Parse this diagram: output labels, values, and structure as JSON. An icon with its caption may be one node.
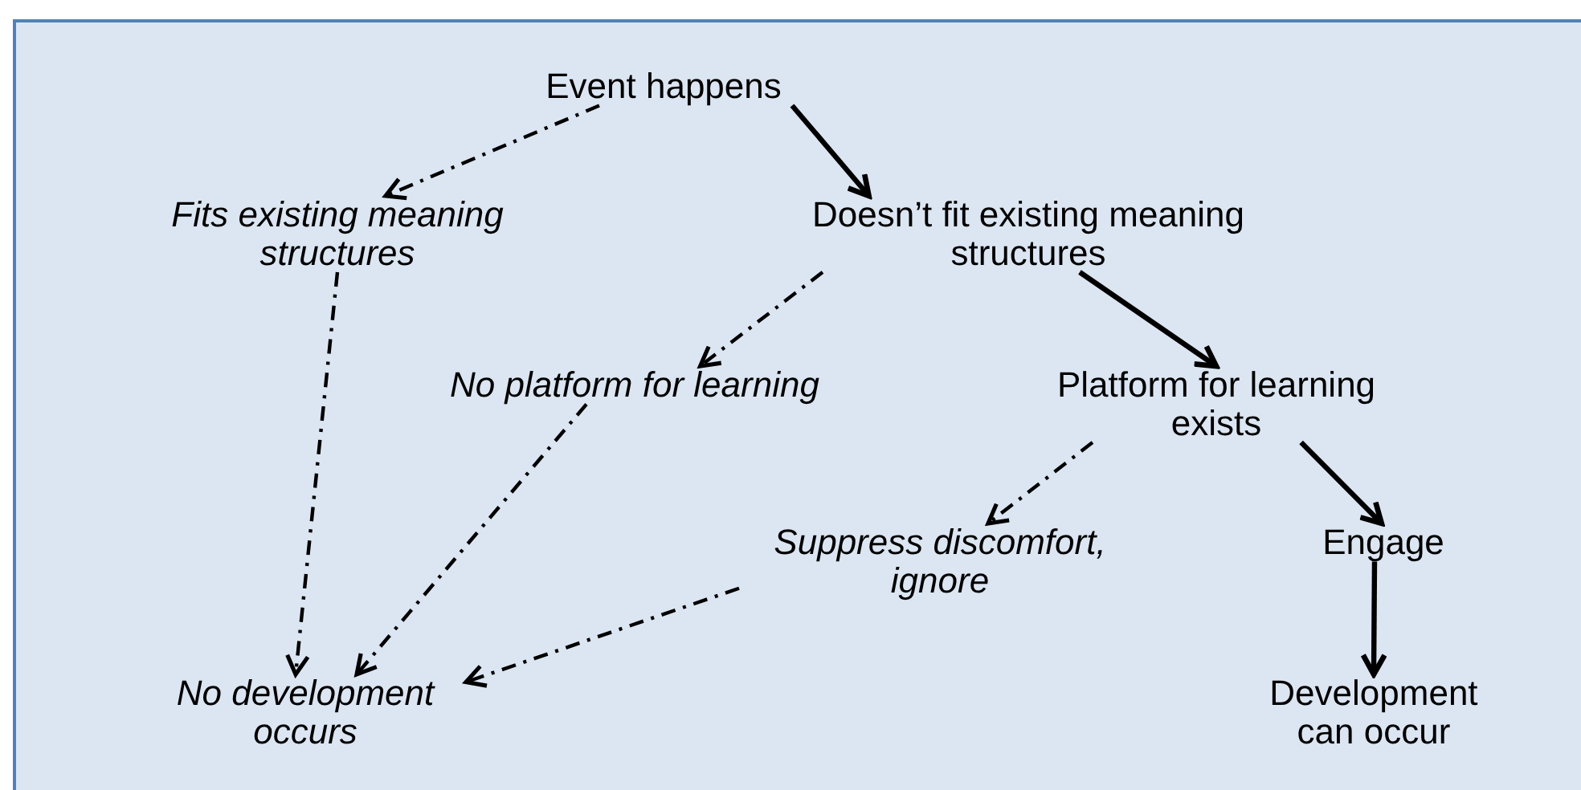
{
  "diagram": {
    "nodes": [
      {
        "text": [
          "Event happens"
        ]
      },
      {
        "text": [
          "Fits existing meaning structures"
        ]
      },
      {
        "text": [
          "Doesn’t fit existing meaning structures"
        ]
      },
      {
        "text": [
          "No platform for learning"
        ]
      },
      {
        "text": [
          "Platform for learning exists"
        ]
      },
      {
        "text": [
          "Suppress discomfort, ignore"
        ]
      },
      {
        "text": [
          "Engage"
        ]
      },
      {
        "text": [
          "No development occurs"
        ]
      },
      {
        "text": [
          "Development can occur"
        ]
      }
    ],
    "edges": [
      {
        "from": 0,
        "to": 1,
        "arrow": "to",
        "style": "dashed"
      },
      {
        "from": 0,
        "to": 2,
        "arrow": "to"
      },
      {
        "from": 2,
        "to": 3,
        "arrow": "to",
        "style": "dashed"
      },
      {
        "from": 2,
        "to": 4,
        "arrow": "to"
      },
      {
        "from": 4,
        "to": 5,
        "arrow": "to",
        "style": "dashed"
      },
      {
        "from": 4,
        "to": 6,
        "arrow": "to"
      },
      {
        "from": 6,
        "to": 8,
        "arrow": "to"
      },
      {
        "from": 1,
        "to": 7,
        "arrow": "to",
        "style": "dashed"
      },
      {
        "from": 3,
        "to": 7,
        "arrow": "to",
        "style": "dashed"
      },
      {
        "from": 5,
        "to": 7,
        "arrow": "to",
        "style": "dashed"
      }
    ]
  }
}
